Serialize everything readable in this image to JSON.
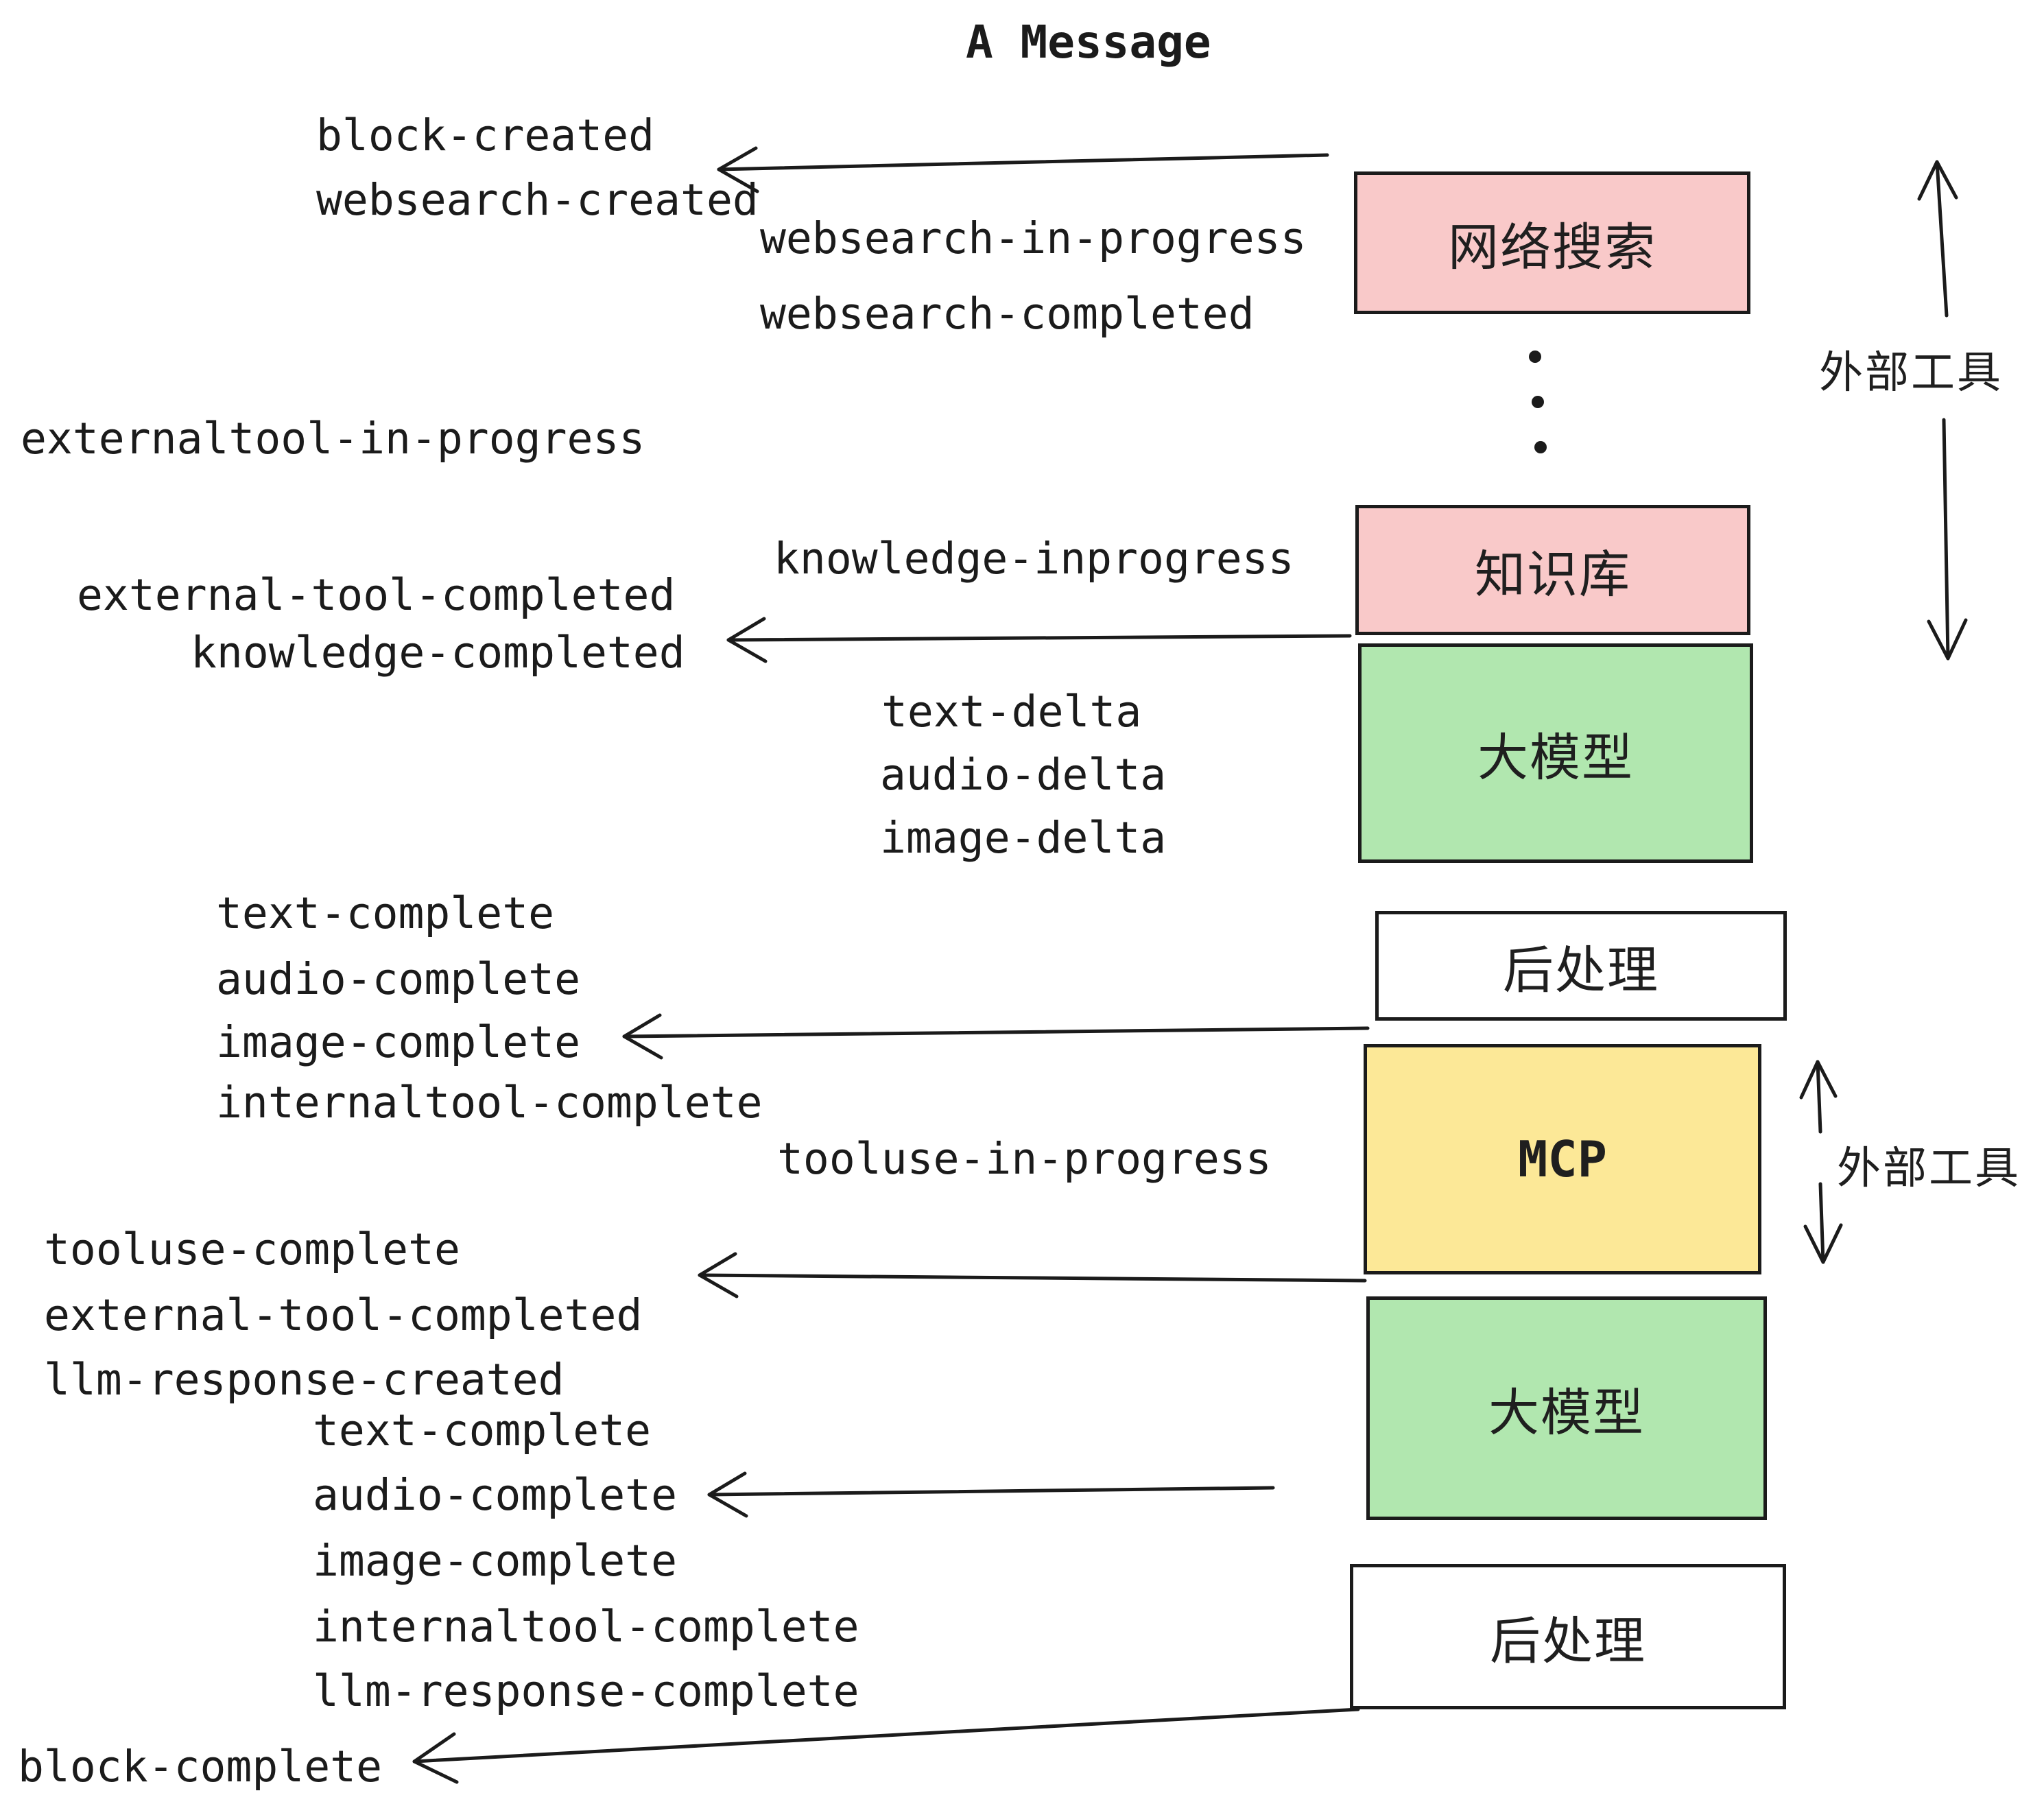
{
  "title": "A Message",
  "boxes": [
    {
      "id": "web-search",
      "label": "网络搜索",
      "color": "#F9C9C9"
    },
    {
      "id": "knowledge-base",
      "label": "知识库",
      "color": "#F9C9C9"
    },
    {
      "id": "llm-1",
      "label": "大模型",
      "color": "#B1E7AF"
    },
    {
      "id": "post-process-1",
      "label": "后处理",
      "color": "#FFFFFF"
    },
    {
      "id": "mcp",
      "label": "MCP",
      "color": "#FCE897"
    },
    {
      "id": "llm-2",
      "label": "大模型",
      "color": "#B1E7AF"
    },
    {
      "id": "post-process-2",
      "label": "后处理",
      "color": "#FFFFFF"
    }
  ],
  "side_labels": {
    "external_tool_top": "外部工具",
    "external_tool_bottom": "外部工具"
  },
  "events": {
    "block_created": "block-created",
    "websearch_created": "websearch-created",
    "websearch_in_progress": "websearch-in-progress",
    "websearch_completed": "websearch-completed",
    "externaltool_in_progress": "externaltool-in-progress",
    "knowledge_inprogress": "knowledge-inprogress",
    "external_tool_completed": "external-tool-completed",
    "knowledge_completed": "knowledge-completed",
    "text_delta": "text-delta",
    "audio_delta": "audio-delta",
    "image_delta": "image-delta",
    "text_complete": "text-complete",
    "audio_complete": "audio-complete",
    "image_complete": "image-complete",
    "internaltool_complete": "internaltool-complete",
    "tooluse_in_progress": "tooluse-in-progress",
    "tooluse_complete": "tooluse-complete",
    "external_tool_completed_2": "external-tool-completed",
    "llm_response_created": "llm-response-created",
    "text_complete_2": "text-complete",
    "audio_complete_2": "audio-complete",
    "image_complete_2": "image-complete",
    "internaltool_complete_2": "internaltool-complete",
    "llm_response_complete": "llm-response-complete",
    "block_complete": "block-complete"
  },
  "colors": {
    "pink": "#F9C9C9",
    "green": "#B1E7AF",
    "yellow": "#FCE897",
    "line": "#1b1b1b"
  }
}
